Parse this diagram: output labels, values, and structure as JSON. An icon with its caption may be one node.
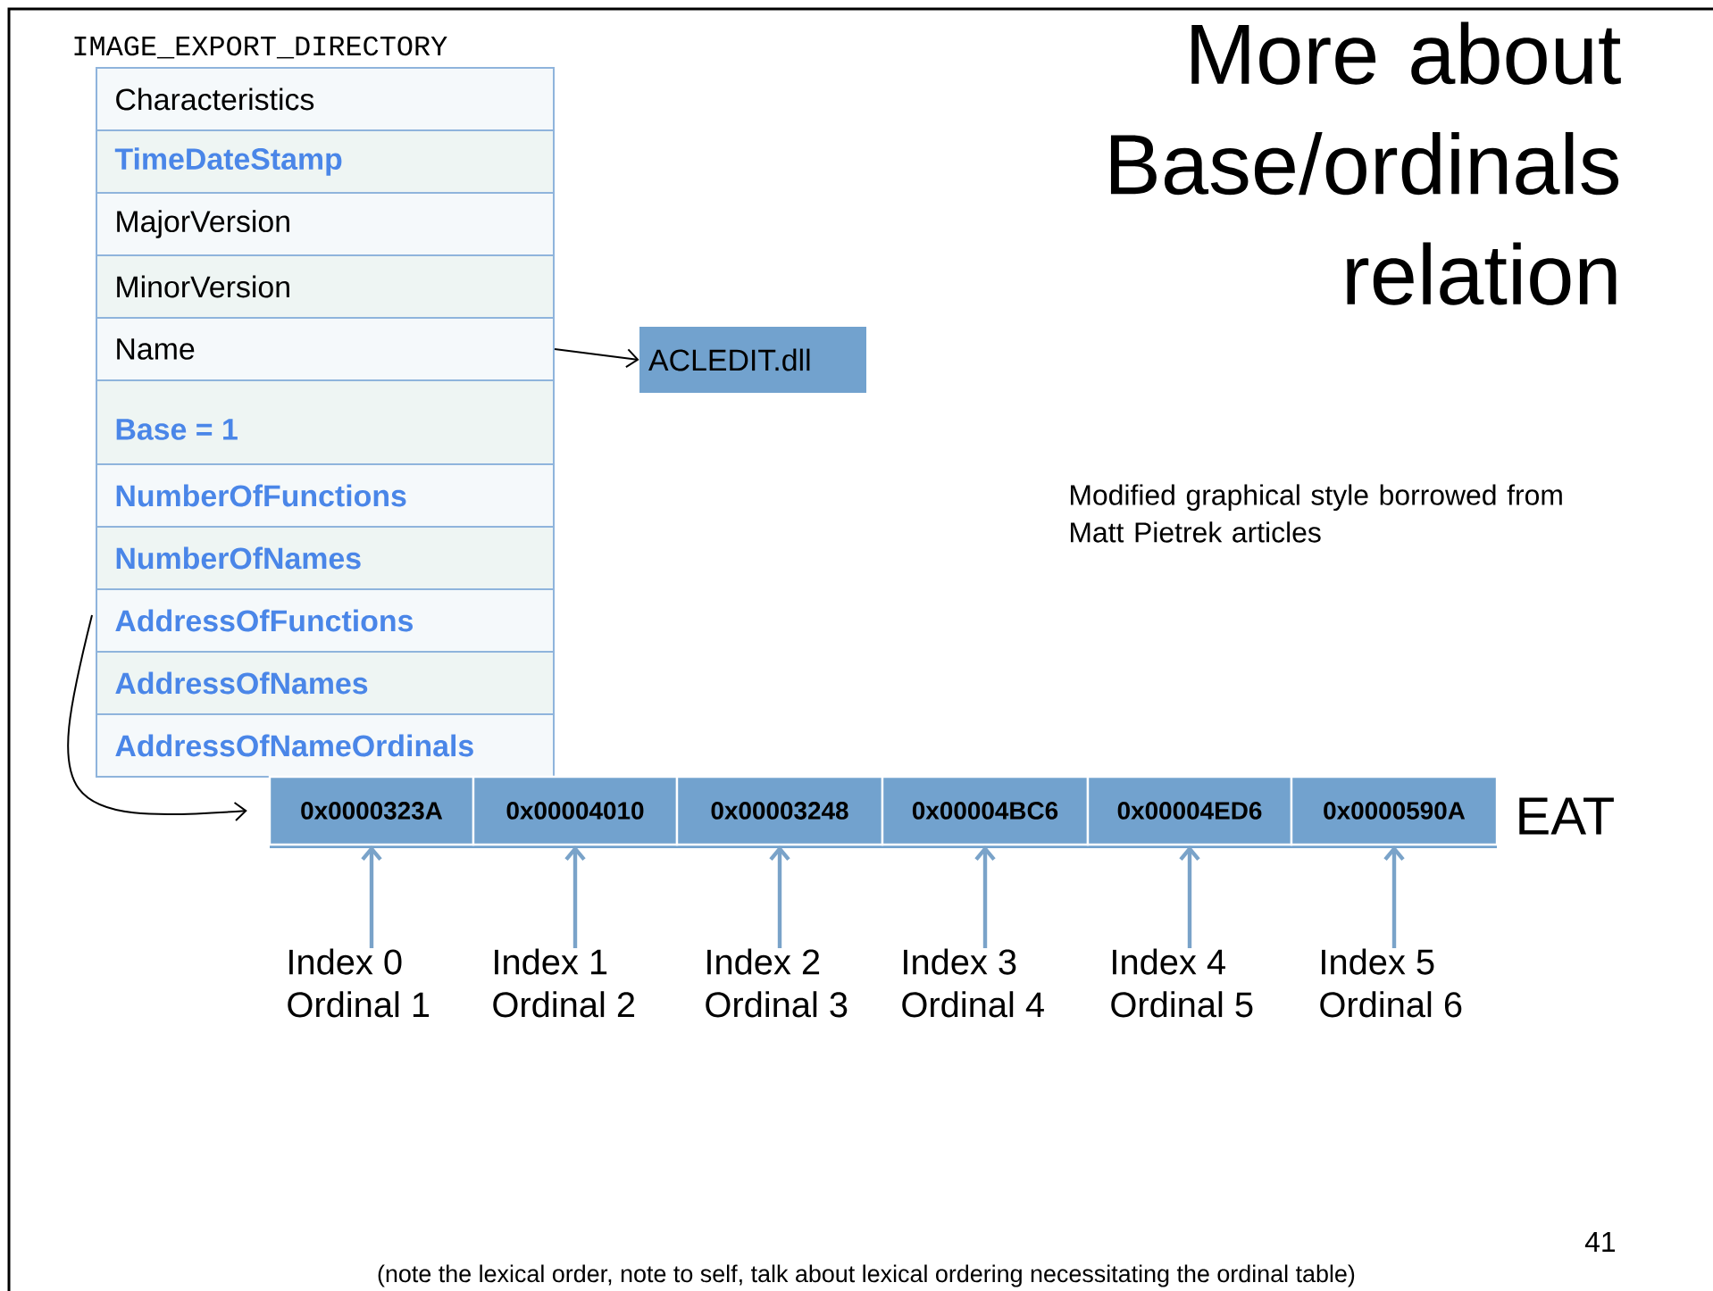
{
  "diagram": {
    "title": "More about Base/ordinals relation",
    "nodes": [
      {
        "text": [
          "IMAGE_EXPORT_DIRECTORY"
        ]
      },
      {
        "text": [
          "Characteristics"
        ],
        "in": 0
      },
      {
        "text": [
          "TimeDateStamp"
        ],
        "in": 0
      },
      {
        "text": [
          "MajorVersion"
        ],
        "in": 0
      },
      {
        "text": [
          "MinorVersion"
        ],
        "in": 0
      },
      {
        "text": [
          "Name"
        ],
        "in": 0
      },
      {
        "text": [
          "Base = 1"
        ],
        "in": 0
      },
      {
        "text": [
          "NumberOfFunctions"
        ],
        "in": 0
      },
      {
        "text": [
          "NumberOfNames"
        ],
        "in": 0
      },
      {
        "text": [
          "AddressOfFunctions"
        ],
        "in": 0
      },
      {
        "text": [
          "AddressOfNames"
        ],
        "in": 0
      },
      {
        "text": [
          "AddressOfNameOrdinals"
        ],
        "in": 0
      },
      {
        "text": [
          "ACLEDIT.dll"
        ]
      },
      {
        "text": [
          "EAT"
        ]
      },
      {
        "text": [
          "0x0000323A"
        ],
        "in": 13
      },
      {
        "text": [
          "0x00004010"
        ],
        "in": 13
      },
      {
        "text": [
          "0x00003248"
        ],
        "in": 13
      },
      {
        "text": [
          "0x00004BC6"
        ],
        "in": 13
      },
      {
        "text": [
          "0x00004ED6"
        ],
        "in": 13
      },
      {
        "text": [
          "0x0000590A"
        ],
        "in": 13
      },
      {
        "text": [
          "Index 0",
          "Ordinal 1"
        ]
      },
      {
        "text": [
          "Index 1",
          "Ordinal 2"
        ]
      },
      {
        "text": [
          "Index 2",
          "Ordinal 3"
        ]
      },
      {
        "text": [
          "Index 3",
          "Ordinal 4"
        ]
      },
      {
        "text": [
          "Index 4",
          "Ordinal 5"
        ]
      },
      {
        "text": [
          "Index 5",
          "Ordinal 6"
        ]
      }
    ],
    "edges": [
      {
        "from": 5,
        "to": 12,
        "arrow": "to",
        "color": "#000000"
      },
      {
        "from": 9,
        "to": 14,
        "arrow": "to",
        "color": "#000000"
      },
      {
        "from": 20,
        "to": 14,
        "arrow": "to"
      },
      {
        "from": 21,
        "to": 15,
        "arrow": "to"
      },
      {
        "from": 22,
        "to": 16,
        "arrow": "to"
      },
      {
        "from": 23,
        "to": 17,
        "arrow": "to"
      },
      {
        "from": 24,
        "to": 18,
        "arrow": "to"
      },
      {
        "from": 25,
        "to": 19,
        "arrow": "to"
      }
    ],
    "labels": [
      "Modified graphical style borrowed from Matt Pietrek articles",
      "41",
      "(note the lexical order, note to self, talk about lexical ordering necessitating the ordinal table)"
    ]
  }
}
